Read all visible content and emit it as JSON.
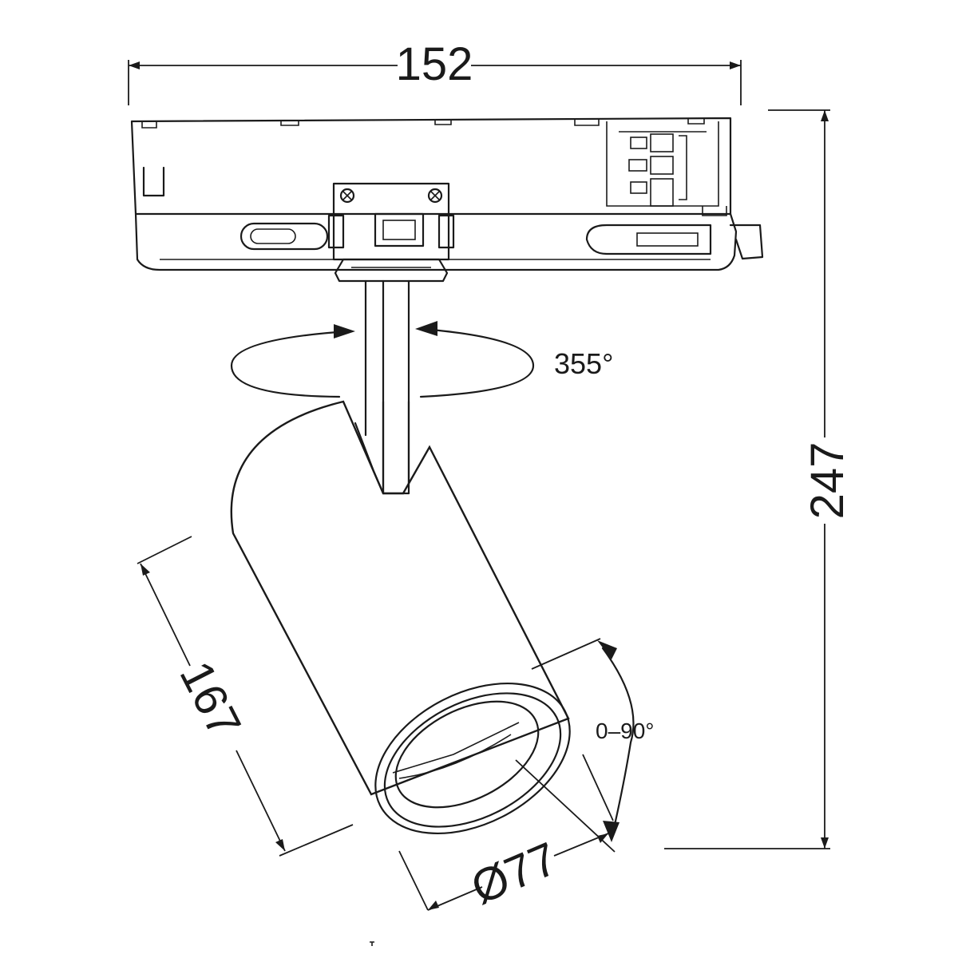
{
  "dimensions": {
    "width": "152",
    "height": "247",
    "body_length": "167",
    "diameter": "Ø77"
  },
  "angles": {
    "rotation": "355°",
    "tilt": "0–90°"
  }
}
